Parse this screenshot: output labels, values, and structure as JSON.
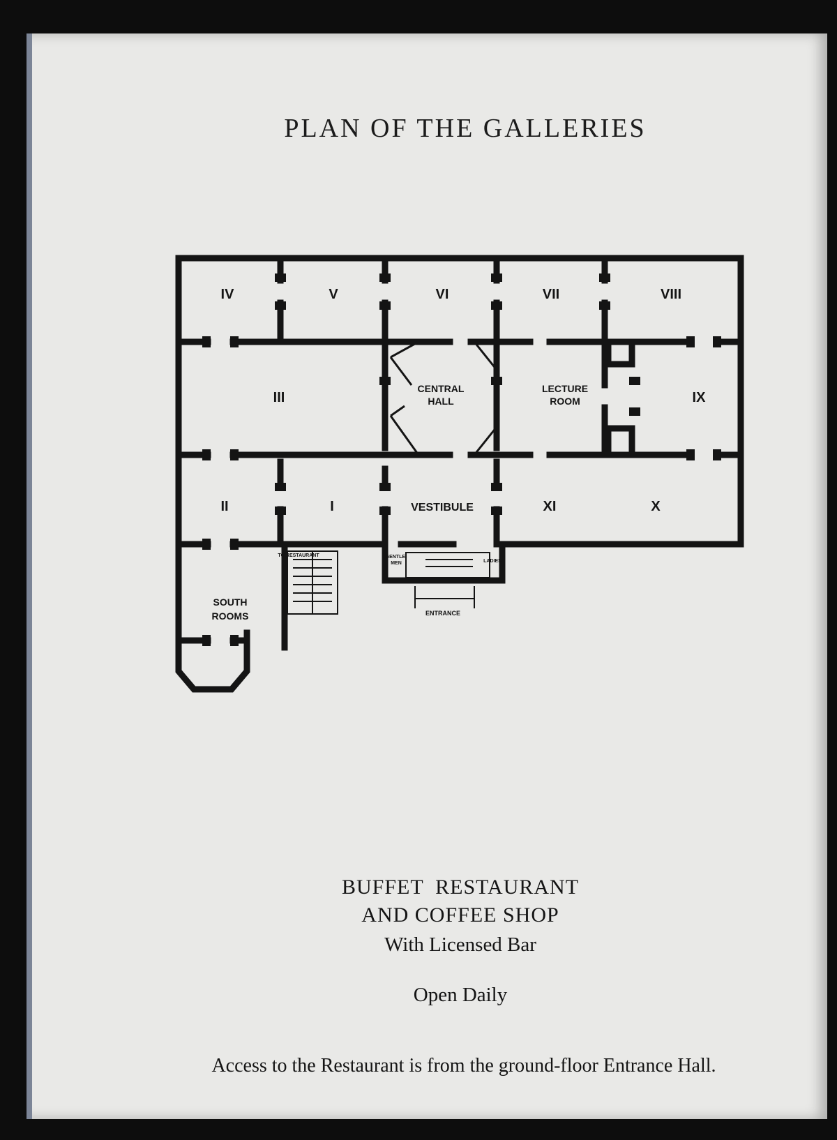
{
  "heading": "PLAN OF THE GALLERIES",
  "plan": {
    "rooms": {
      "iv": "IV",
      "v": "V",
      "vi": "VI",
      "vii": "VII",
      "viii": "VIII",
      "iii": "III",
      "central_hall": [
        "CENTRAL",
        "HALL"
      ],
      "lecture_room": [
        "LECTURE",
        "ROOM"
      ],
      "ix": "IX",
      "ii": "II",
      "i": "I",
      "vestibule": "VESTIBULE",
      "xi": "XI",
      "x": "X",
      "south_rooms": [
        "SOUTH",
        "ROOMS"
      ],
      "to_restaurant": "TO RESTAURANT",
      "gentlemen": [
        "GENTLE-",
        "MEN"
      ],
      "ladies": "LADIES",
      "entrance": "ENTRANCE"
    }
  },
  "restaurant": {
    "line1": "BUFFET  RESTAURANT",
    "line2": "AND COFFEE SHOP",
    "bar": "With Licensed Bar",
    "hours": "Open Daily",
    "access": "Access to the Restaurant is from the ground-floor Entrance Hall."
  }
}
